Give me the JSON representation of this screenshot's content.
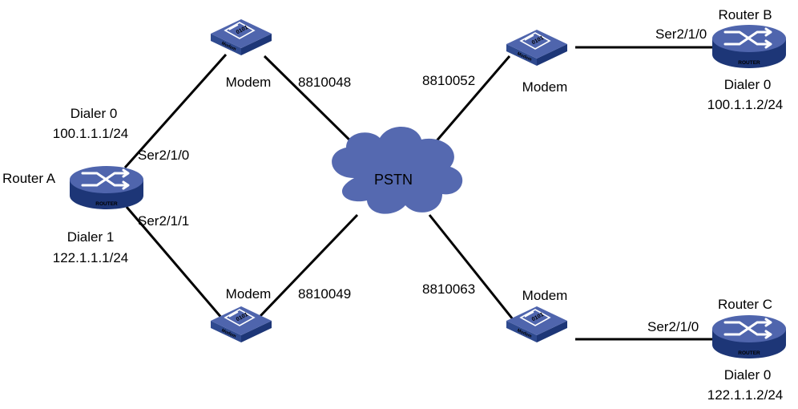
{
  "colors": {
    "device_top": "#4f65ad",
    "device_side": "#2f4a8f",
    "device_face": "#1d3677",
    "cloud": "#5569b0",
    "link": "#000000",
    "label_text": "#ffffff"
  },
  "icons": {
    "router": "router-icon",
    "modem": "modem-icon",
    "cloud": "pstn-cloud-icon"
  },
  "pstn": {
    "label": "PSTN"
  },
  "router_device_label": "ROUTER",
  "modem_device_label": "Modem",
  "modem_screen_text": "0101",
  "routers": {
    "a": {
      "name": "Router A",
      "dialer0": "Dialer 0",
      "ip0": "100.1.1.1/24",
      "iface0": "Ser2/1/0",
      "dialer1": "Dialer 1",
      "ip1": "122.1.1.1/24",
      "iface1": "Ser2/1/1"
    },
    "b": {
      "name": "Router B",
      "dialer": "Dialer 0",
      "ip": "100.1.1.2/24",
      "iface": "Ser2/1/0"
    },
    "c": {
      "name": "Router C",
      "dialer": "Dialer 0",
      "ip": "122.1.1.2/24",
      "iface": "Ser2/1/0"
    }
  },
  "modems": {
    "top_left": {
      "label": "Modem",
      "number": "8810048"
    },
    "bottom_left": {
      "label": "Modem",
      "number": "8810049"
    },
    "top_right": {
      "label": "Modem",
      "number": "8810052"
    },
    "bottom_right": {
      "label": "Modem",
      "number": "8810063"
    }
  }
}
